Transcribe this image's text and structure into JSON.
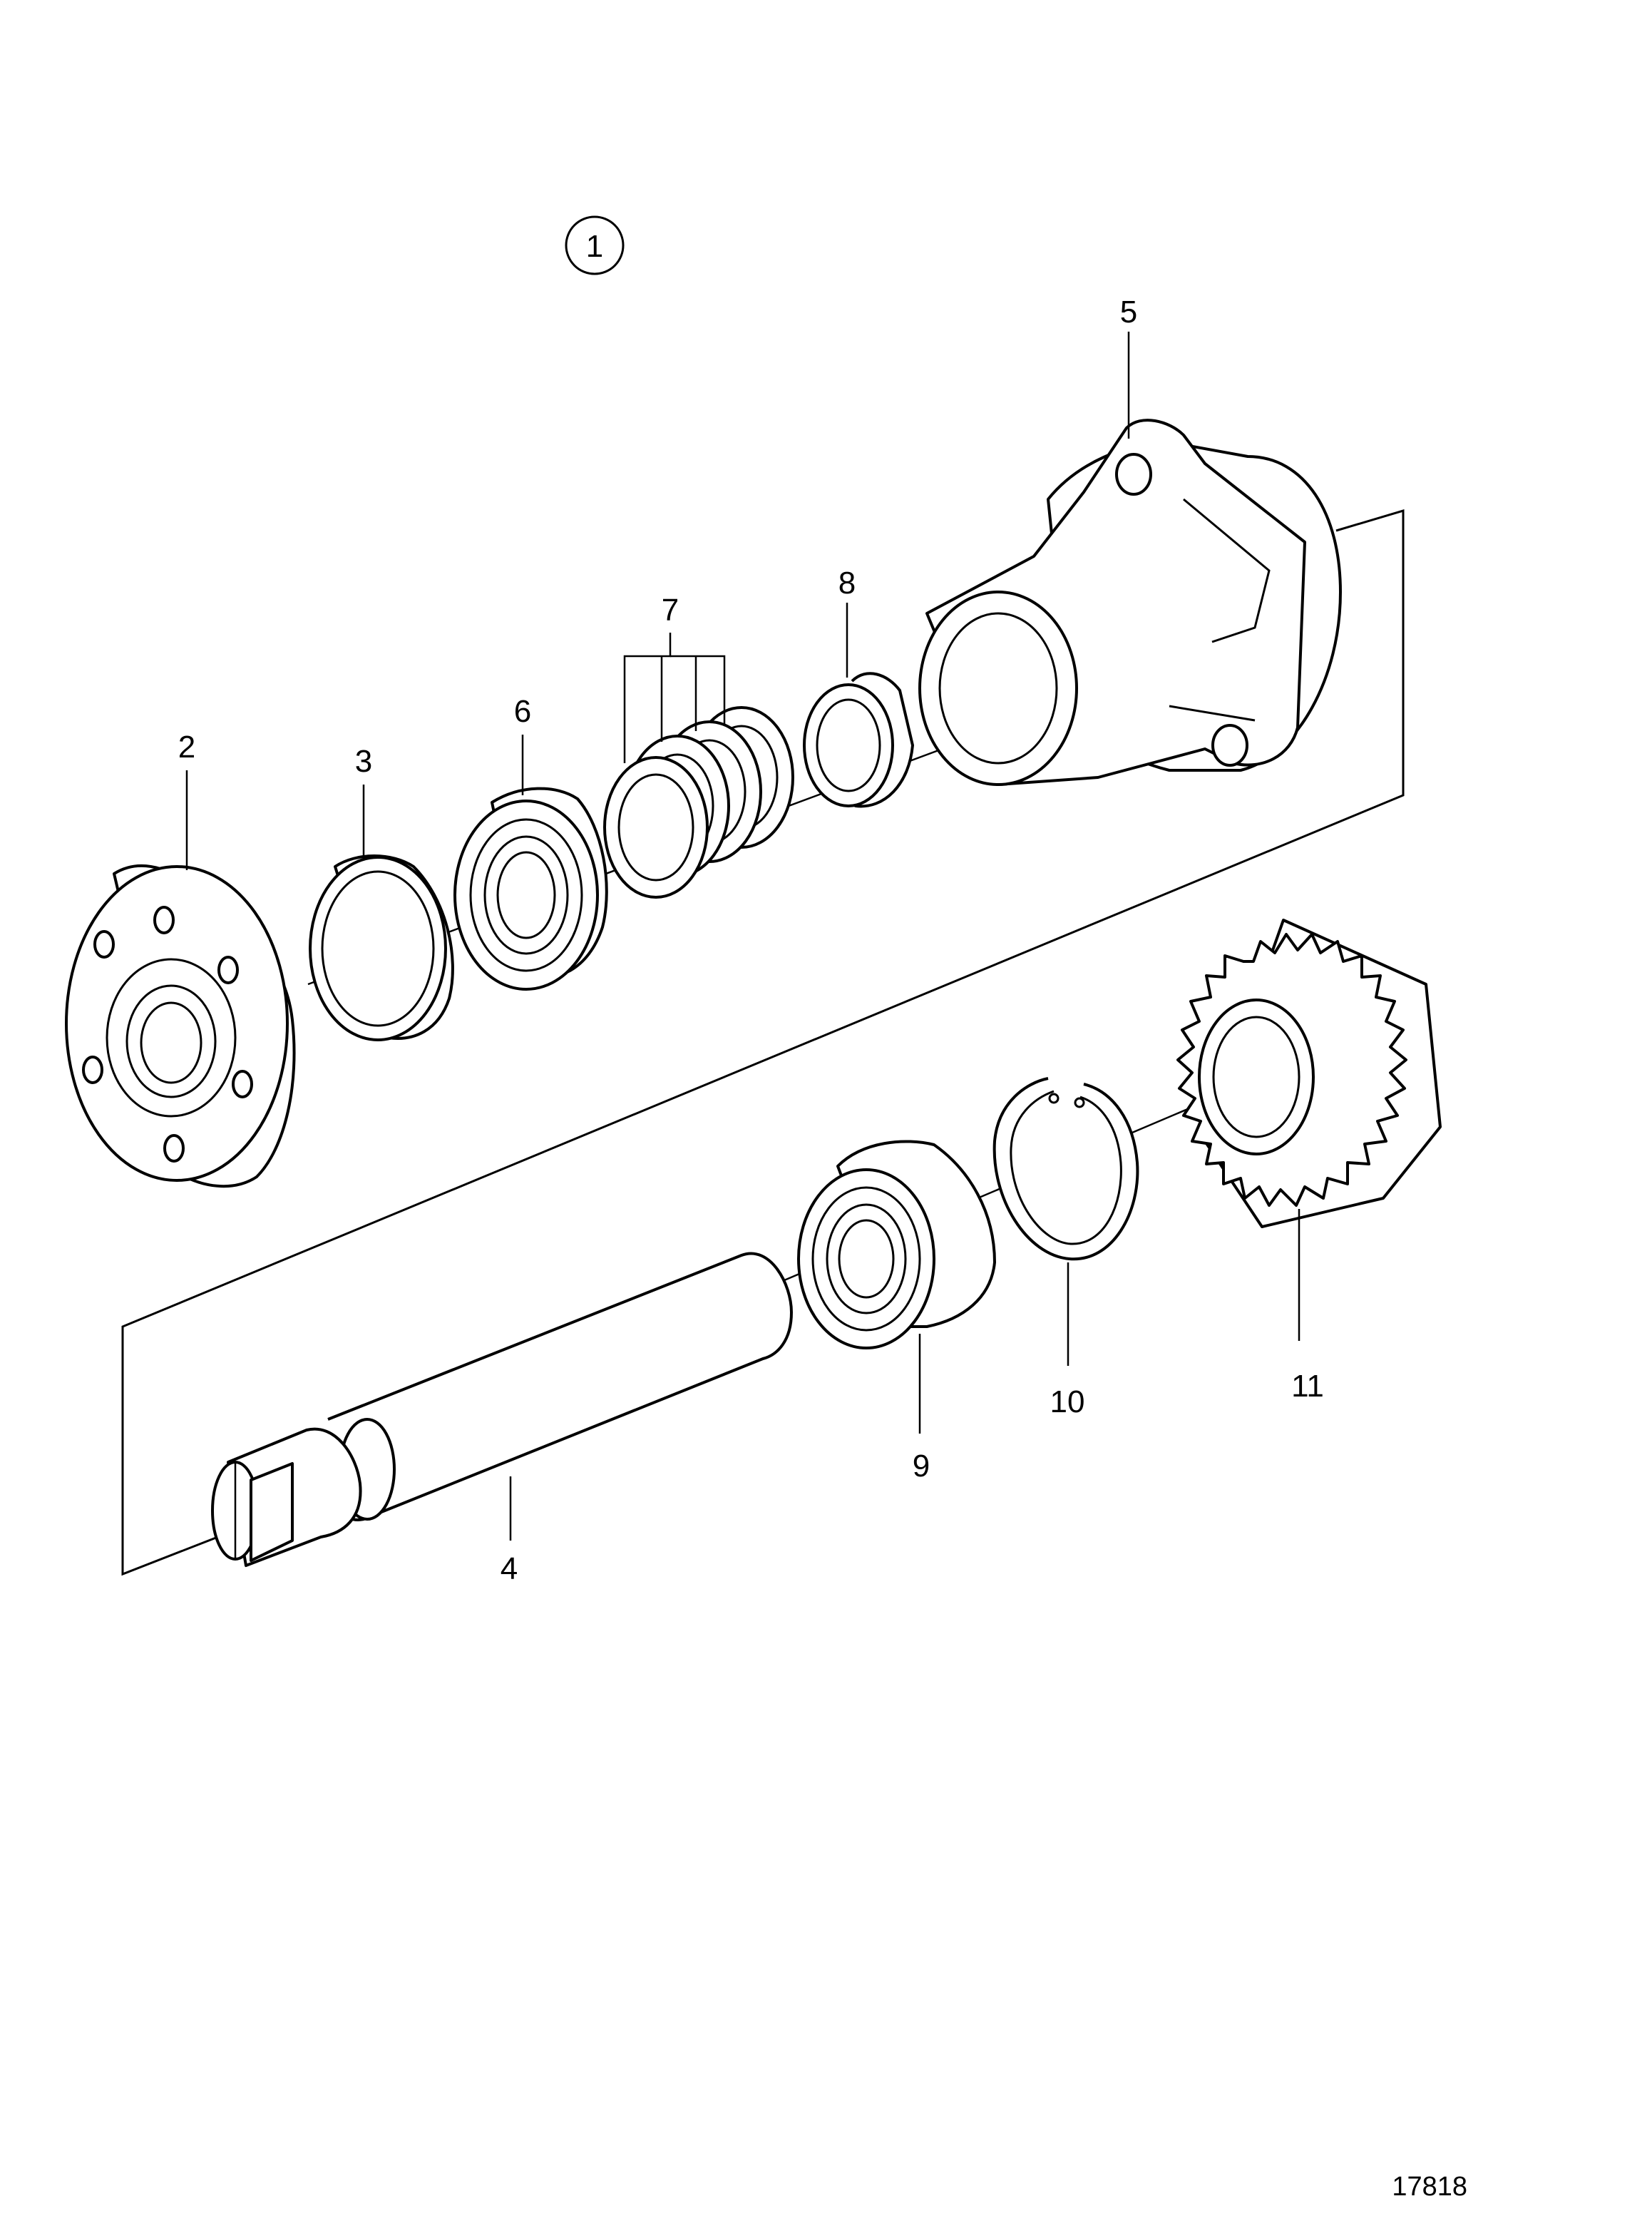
{
  "diagram": {
    "group_label": "1",
    "reference_number": "17818",
    "callouts": [
      {
        "id": "2",
        "text": "2"
      },
      {
        "id": "3",
        "text": "3"
      },
      {
        "id": "4",
        "text": "4"
      },
      {
        "id": "5",
        "text": "5"
      },
      {
        "id": "6",
        "text": "6"
      },
      {
        "id": "7",
        "text": "7"
      },
      {
        "id": "8",
        "text": "8"
      },
      {
        "id": "9",
        "text": "9"
      },
      {
        "id": "10",
        "text": "10"
      },
      {
        "id": "11",
        "text": "11"
      }
    ]
  },
  "colors": {
    "line": "#000000",
    "background": "#ffffff"
  }
}
